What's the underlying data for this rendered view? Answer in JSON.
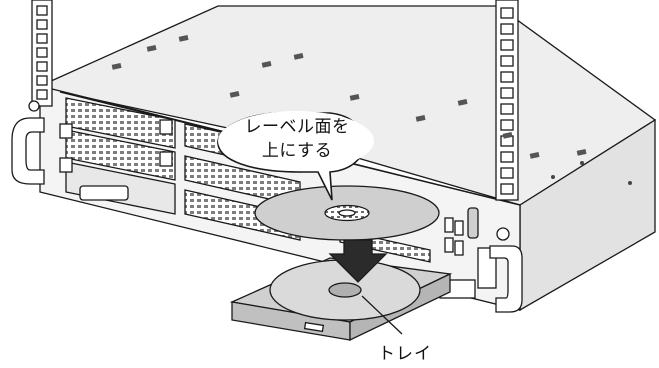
{
  "labels": {
    "callout_line1": "レーベル面を",
    "callout_line2": "上にする",
    "tray": "トレイ"
  },
  "colors": {
    "line": "#1a1a1a",
    "chassis_shade": "#e6e6e6",
    "panel_shade": "#d2d2d2",
    "mesh_dark": "#8a8a8a",
    "disc": "#c9c9c9",
    "tray_fill": "#d0d0d0",
    "arrow": "#2b2b2b"
  },
  "icons": [
    "disc-icon",
    "down-arrow-icon",
    "usb-port-icon",
    "vga-port-icon",
    "power-button-icon"
  ]
}
